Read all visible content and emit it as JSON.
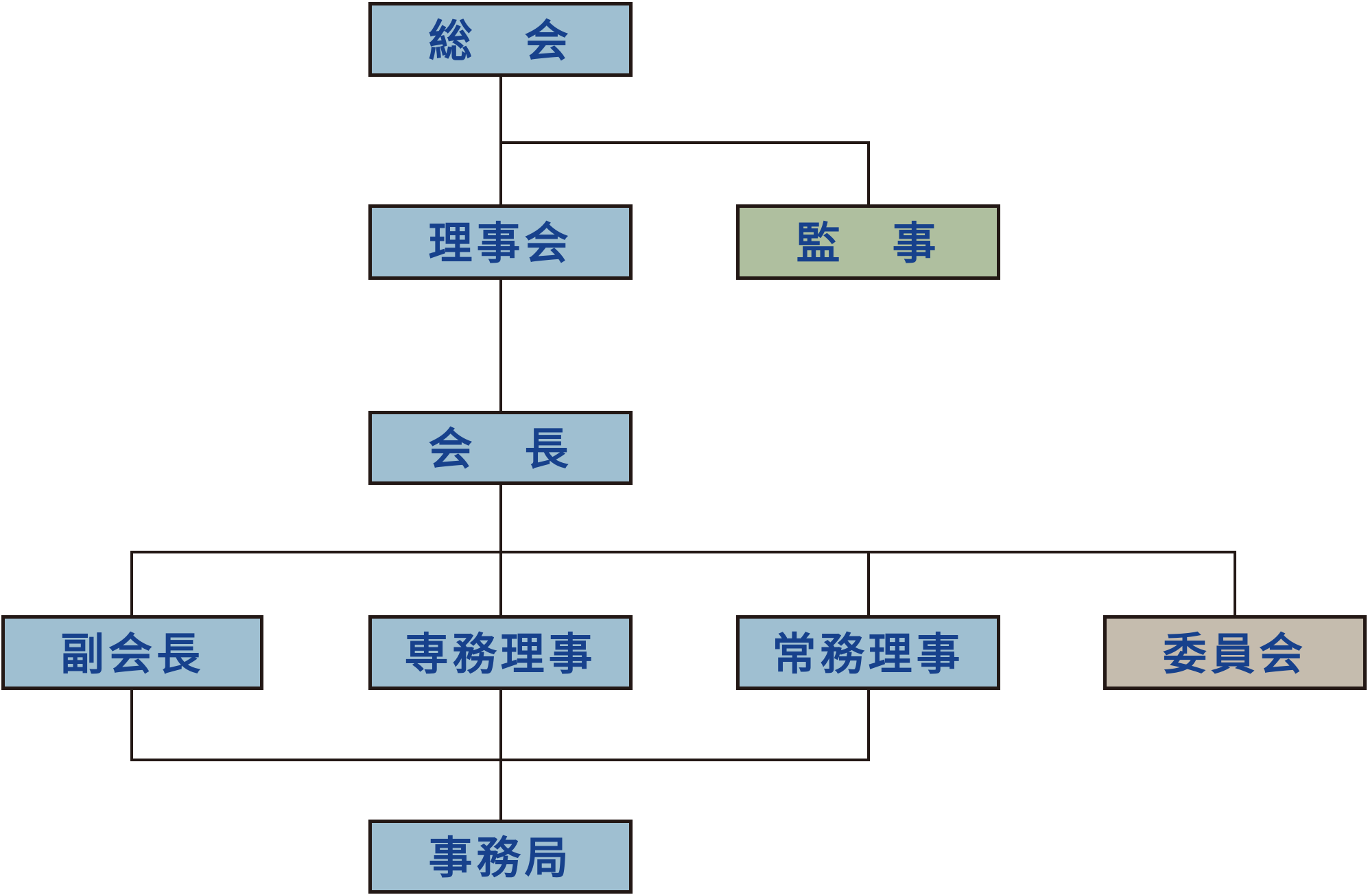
{
  "diagram": {
    "type": "organization-chart",
    "language": "ja",
    "colors": {
      "background": "#ffffff",
      "node_fill_blue": "#9fbfd1",
      "node_fill_green": "#afbf9f",
      "node_fill_tan": "#c5bcae",
      "node_border": "#231815",
      "connector_line": "#231815",
      "label_text": "#17418c"
    },
    "nodes": {
      "soukai": {
        "label": "総　会",
        "fill": "#9fbfd1"
      },
      "rijikai": {
        "label": "理事会",
        "fill": "#9fbfd1"
      },
      "kanji": {
        "label": "監　事",
        "fill": "#afbf9f"
      },
      "kaichou": {
        "label": "会　長",
        "fill": "#9fbfd1"
      },
      "fukukaichou": {
        "label": "副会長",
        "fill": "#9fbfd1"
      },
      "senmu_riji": {
        "label": "専務理事",
        "fill": "#9fbfd1"
      },
      "joumu_riji": {
        "label": "常務理事",
        "fill": "#9fbfd1"
      },
      "iinkai": {
        "label": "委員会",
        "fill": "#c5bcae"
      },
      "jimukyoku": {
        "label": "事務局",
        "fill": "#9fbfd1"
      }
    },
    "edges": [
      "soukai -> rijikai",
      "soukai -> kanji",
      "rijikai -> kaichou",
      "kaichou -> fukukaichou",
      "kaichou -> senmu_riji",
      "kaichou -> joumu_riji",
      "kaichou -> iinkai",
      "fukukaichou -> jimukyoku",
      "senmu_riji -> jimukyoku",
      "joumu_riji -> jimukyoku"
    ]
  }
}
